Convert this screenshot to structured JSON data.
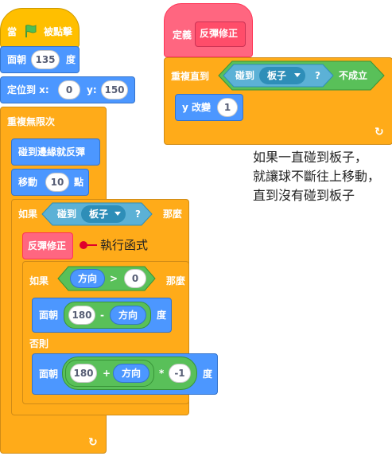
{
  "main_script": {
    "hat_when_label": "當",
    "hat_clicked_label": "被點擊",
    "point_dir_label": "面朝",
    "point_dir_value": "135",
    "point_dir_unit": "度",
    "goto_label": "定位到 x:",
    "goto_x": "0",
    "goto_y_label": "y:",
    "goto_y": "150",
    "forever_label": "重複無限次",
    "bounce_label": "碰到邊緣就反彈",
    "move_label": "移動",
    "move_value": "10",
    "move_unit": "點",
    "if1_label": "如果",
    "if1_touch_label": "碰到",
    "if1_touch_target": "板子",
    "if1_question": "?",
    "if1_then": "那麼",
    "call_block_label": "反彈修正",
    "call_annotation": "執行函式",
    "if2_label": "如果",
    "if2_var": "方向",
    "if2_op": ">",
    "if2_value": "0",
    "if2_then": "那麼",
    "then_point_label": "面朝",
    "then_point_num": "180",
    "then_point_op": "-",
    "then_point_var": "方向",
    "then_point_unit": "度",
    "else_label": "否則",
    "else_point_label": "面朝",
    "else_point_num": "180",
    "else_point_op": "+",
    "else_point_var": "方向",
    "else_point_mul": "*",
    "else_point_neg": "-1",
    "else_point_unit": "度",
    "loop_arrow": "↻"
  },
  "define_script": {
    "define_label": "定義",
    "define_name": "反彈修正",
    "repeat_until_label": "重複直到",
    "touch_label": "碰到",
    "touch_target": "板子",
    "touch_question": "?",
    "not_label": "不成立",
    "change_y_label": "y 改變",
    "change_y_value": "1",
    "loop_arrow": "↻"
  },
  "note": {
    "line1": "如果一直碰到板子，",
    "line2": "就讓球不斷往上移動，",
    "line3": "直到沒有碰到板子"
  },
  "colors": {
    "events": "#FFBF00",
    "motion": "#4C97FF",
    "control": "#FFAB19",
    "my_blocks": "#FF6680",
    "variables": "#FF8C1A",
    "sensing": "#5CB1D6",
    "operators": "#59C059",
    "annotation_red": "#E0002B",
    "flag_green": "#4CBF56"
  }
}
